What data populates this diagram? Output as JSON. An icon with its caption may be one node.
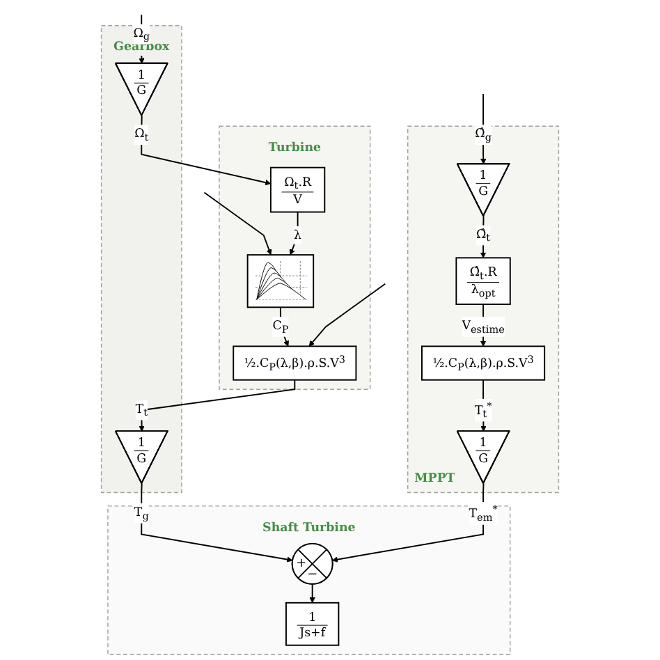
{
  "diagram": {
    "nodes": [
      {
        "text": [
          "Turbine"
        ]
      },
      {
        "text": [],
        "shape": "picture",
        "in": 0
      },
      {
        "text": [
          "Ω$_{t}$.R",
          "V"
        ],
        "in": 0
      },
      {
        "text": [
          "Gearbox"
        ]
      },
      {
        "text": [
          "1",
          "G"
        ],
        "in": 3
      },
      {
        "text": [
          "Shaft Turbine"
        ]
      },
      {
        "text": [
          "½.C$_{P}$(λ,β).ρ.S.V$^{3}$"
        ],
        "in": 0
      },
      {
        "text": [
          "1",
          "G"
        ],
        "in": 3
      },
      {
        "text": [
          "+",
          "−"
        ],
        "in": 5
      },
      {
        "text": [
          "1",
          "Js+f"
        ],
        "in": 5
      },
      {
        "text": [
          "MPPT"
        ]
      },
      {
        "text": [
          "½.C$_{P}$(λ,β).ρ.S.V$^{3}$"
        ],
        "in": 10
      },
      {
        "text": [
          "1",
          "G"
        ],
        "in": 10
      },
      {
        "text": [
          "Ω̂$_{t}$.R",
          "λ$_{opt}$"
        ],
        "in": 10
      },
      {
        "text": [
          "1",
          "G"
        ],
        "in": 10
      }
    ],
    "edges": [
      {
        "from": null,
        "to": 1,
        "arrow": "to"
      },
      {
        "from": 2,
        "to": 1,
        "arrow": "to",
        "label": "λ"
      },
      {
        "from": 4,
        "to": 2,
        "arrow": "to",
        "label": "Ω$_{t}$"
      },
      {
        "from": null,
        "to": 4,
        "arrow": "to",
        "label": "Ω$_{g}$"
      },
      {
        "from": 1,
        "to": 6,
        "arrow": "to",
        "label": "C$_{P}$"
      },
      {
        "from": null,
        "to": 6,
        "arrow": "to"
      },
      {
        "from": 6,
        "to": 7,
        "arrow": "to",
        "label": "T$_{t}$"
      },
      {
        "from": 7,
        "to": 8,
        "arrow": "to",
        "label": "T$_{g}$"
      },
      {
        "from": 8,
        "to": 9,
        "arrow": "to"
      },
      {
        "from": 11,
        "to": 12,
        "arrow": "to",
        "label": "T$_{t}$$^{*}$"
      },
      {
        "from": 12,
        "to": 8,
        "arrow": "to",
        "label": "T$_{em}$$^{*}$"
      },
      {
        "from": 13,
        "to": 11,
        "arrow": "to",
        "label": "V$_{estime}$"
      },
      {
        "from": 14,
        "to": 13,
        "arrow": "to",
        "label": "Ω̂$_{t}$"
      },
      {
        "from": null,
        "to": 14,
        "arrow": "to",
        "label": "Ω̂$_{g}$"
      }
    ]
  }
}
